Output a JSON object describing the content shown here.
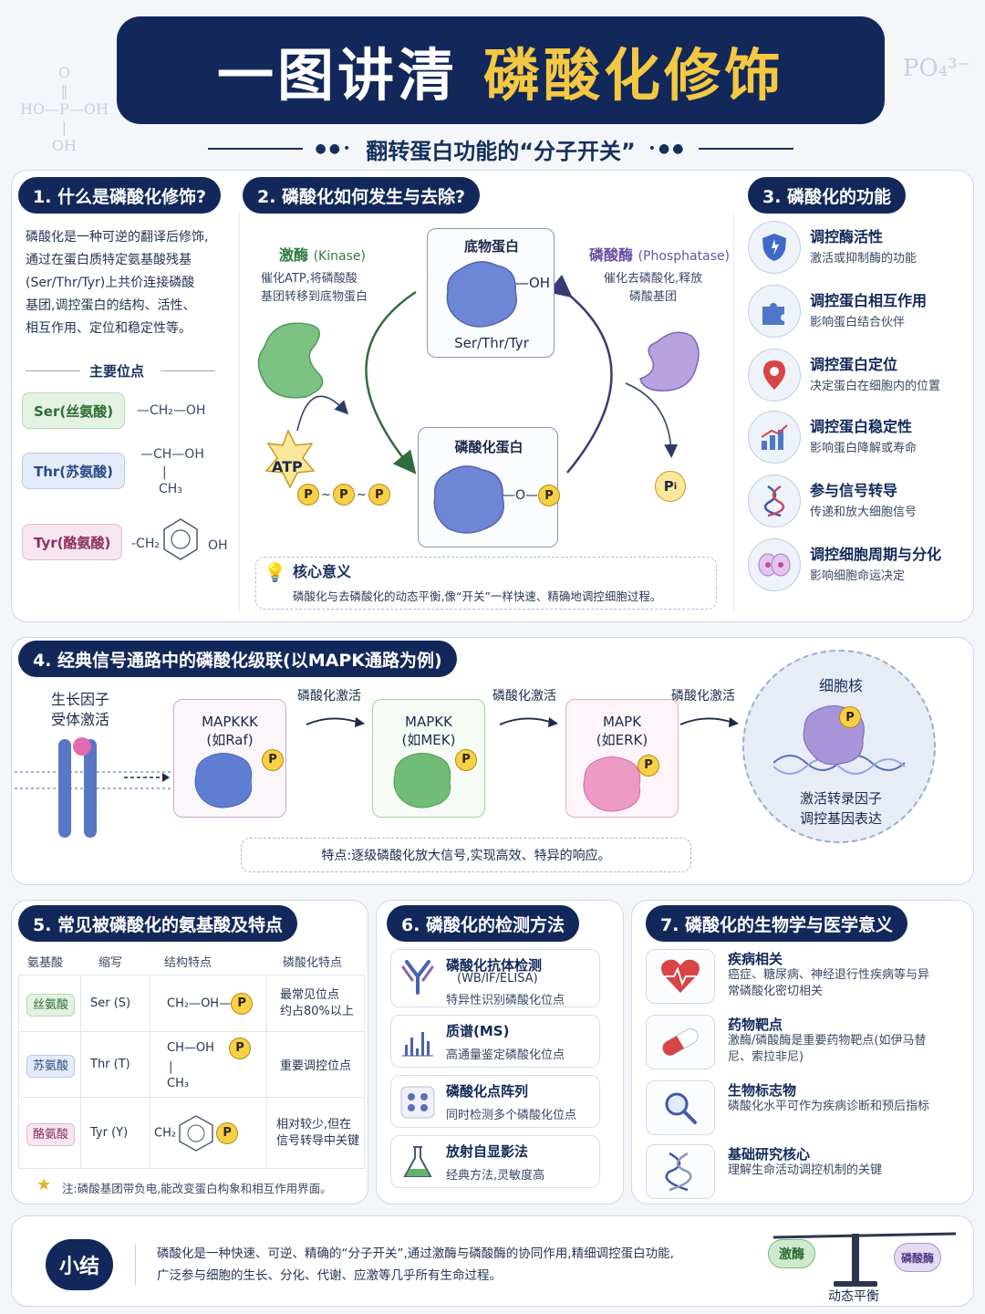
{
  "header": {
    "title_a": "一图讲清",
    "title_b": "磷酸化修饰",
    "subtitle": "翻转蛋白功能的“分子开关”"
  },
  "colors": {
    "navy": "#12285a",
    "yellow": "#f5c842",
    "kinase_green": "#2f7d3e",
    "phosphatase_purple": "#6a4fa6"
  },
  "section1": {
    "title": "1. 什么是磷酸化修饰?",
    "text": [
      "磷酸化是一种可逆的翻译后修饰,",
      "通过在蛋白质特定氨基酸残基",
      "(Ser/Thr/Tyr)上共价连接磷酸",
      "基团,调控蛋白的结构、活性、",
      "相互作用、定位和稳定性等。"
    ],
    "sites_title": "主要位点",
    "sites": [
      {
        "name": "Ser(丝氨酸)",
        "formula": "—CH₂—OH"
      },
      {
        "name": "Thr(苏氨酸)",
        "formula_top": "—CH—OH",
        "formula_bottom": "CH₃"
      },
      {
        "name": "Tyr(酪氨酸)",
        "formula_left": "-CH₂",
        "formula_right": "OH"
      }
    ]
  },
  "section2": {
    "title": "2. 磷酸化如何发生与去除?",
    "kinase_label": "激酶",
    "kinase_en": "(Kinase)",
    "kinase_desc": [
      "催化ATP,将磷酸酸",
      "基团转移到底物蛋白"
    ],
    "phosphatase_label": "磷酸酶",
    "phosphatase_en": "(Phosphatase)",
    "phosphatase_desc": [
      "催化去磷酸化,释放",
      "磷酸基团"
    ],
    "substrate_title": "底物蛋白",
    "substrate_group": "OH",
    "substrate_residues": "Ser/Thr/Tyr",
    "phospho_title": "磷酸化蛋白",
    "phospho_link": "O",
    "atp": "ATP",
    "p_symbol": "P",
    "pi_symbol": "P",
    "pi_sub": "i",
    "core_title": "核心意义",
    "core_text": "磷酸化与去磷酸化的动态平衡,像“开关”一样快速、精确地调控细胞过程。"
  },
  "section3": {
    "title": "3. 磷酸化的功能",
    "items": [
      {
        "icon": "shield-icon",
        "title": "调控酶活性",
        "desc": "激活或抑制酶的功能"
      },
      {
        "icon": "puzzle-icon",
        "title": "调控蛋白相互作用",
        "desc": "影响蛋白结合伙伴"
      },
      {
        "icon": "location-pin-icon",
        "title": "调控蛋白定位",
        "desc": "决定蛋白在细胞内的位置"
      },
      {
        "icon": "bar-chart-icon",
        "title": "调控蛋白稳定性",
        "desc": "影响蛋白降解或寿命"
      },
      {
        "icon": "dna-icon",
        "title": "参与信号转导",
        "desc": "传递和放大细胞信号"
      },
      {
        "icon": "cell-division-icon",
        "title": "调控细胞周期与分化",
        "desc": "影响细胞命运决定"
      }
    ]
  },
  "section4": {
    "title": "4. 经典信号通路中的磷酸化级联(以MAPK通路为例)",
    "receptor_label": [
      "生长因子",
      "受体激活"
    ],
    "arrow_label": "磷酸化激活",
    "kinases": [
      {
        "name": "MAPKKK",
        "example": "(如Raf)"
      },
      {
        "name": "MAPKK",
        "example": "(如MEK)"
      },
      {
        "name": "MAPK",
        "example": "(如ERK)"
      }
    ],
    "nucleus_title": "细胞核",
    "nucleus_desc": [
      "激活转录因子",
      "调控基因表达"
    ],
    "feature": "特点:逐级磷酸化放大信号,实现高效、特异的响应。"
  },
  "section5": {
    "title": "5. 常见被磷酸化的氨基酸及特点",
    "headers": [
      "氨基酸",
      "缩写",
      "结构特点",
      "磷酸化特点"
    ],
    "rows": [
      {
        "name": "丝氨酸",
        "abbr": "Ser (S)",
        "feature": [
          "最常见位点",
          "约占80%以上"
        ]
      },
      {
        "name": "苏氨酸",
        "abbr": "Thr (T)",
        "feature": [
          "重要调控位点"
        ]
      },
      {
        "name": "酪氨酸",
        "abbr": "Tyr (Y)",
        "feature": [
          "相对较少,但在",
          "信号转导中关键"
        ]
      }
    ],
    "struct_ser": "CH₂—OH",
    "struct_thr_top": "CH—OH",
    "struct_thr_bottom": "CH₃",
    "struct_tyr": "CH₂",
    "note": "注:磷酸基团带负电,能改变蛋白构象和相互作用界面。"
  },
  "section6": {
    "title": "6. 磷酸化的检测方法",
    "items": [
      {
        "icon": "antibody-icon",
        "title": "磷酸化抗体检测",
        "sub": "(WB/IF/ELISA)",
        "desc": "特异性识别磷酸化位点"
      },
      {
        "icon": "mass-spec-icon",
        "title": "质谱(MS)",
        "desc": "高通量鉴定磷酸化位点"
      },
      {
        "icon": "array-icon",
        "title": "磷酸化点阵列",
        "desc": "同时检测多个磷酸化位点"
      },
      {
        "icon": "flask-icon",
        "title": "放射自显影法",
        "desc": "经典方法,灵敏度高"
      }
    ]
  },
  "section7": {
    "title": "7. 磷酸化的生物学与医学意义",
    "items": [
      {
        "icon": "heart-icon",
        "title": "疾病相关",
        "desc": "癌症、糖尿病、神经退行性疾病等与异常磷酸化密切相关"
      },
      {
        "icon": "pill-icon",
        "title": "药物靶点",
        "desc": "激酶/磷酸酶是重要药物靶点(如伊马替尼、索拉非尼)"
      },
      {
        "icon": "magnifier-icon",
        "title": "生物标志物",
        "desc": "磷酸化水平可作为疾病诊断和预后指标"
      },
      {
        "icon": "dna-icon",
        "title": "基础研究核心",
        "desc": "理解生命活动调控机制的关键"
      }
    ]
  },
  "summary": {
    "badge": "小结",
    "text": [
      "磷酸化是一种快速、可逆、精确的“分子开关”,通过激酶与磷酸酶的协同作用,精细调控蛋白功能,",
      "广泛参与细胞的生长、分化、代谢、应激等几乎所有生命过程。"
    ],
    "balance_left": "激酶",
    "balance_right": "磷酸酶",
    "balance_label": "动态平衡"
  }
}
